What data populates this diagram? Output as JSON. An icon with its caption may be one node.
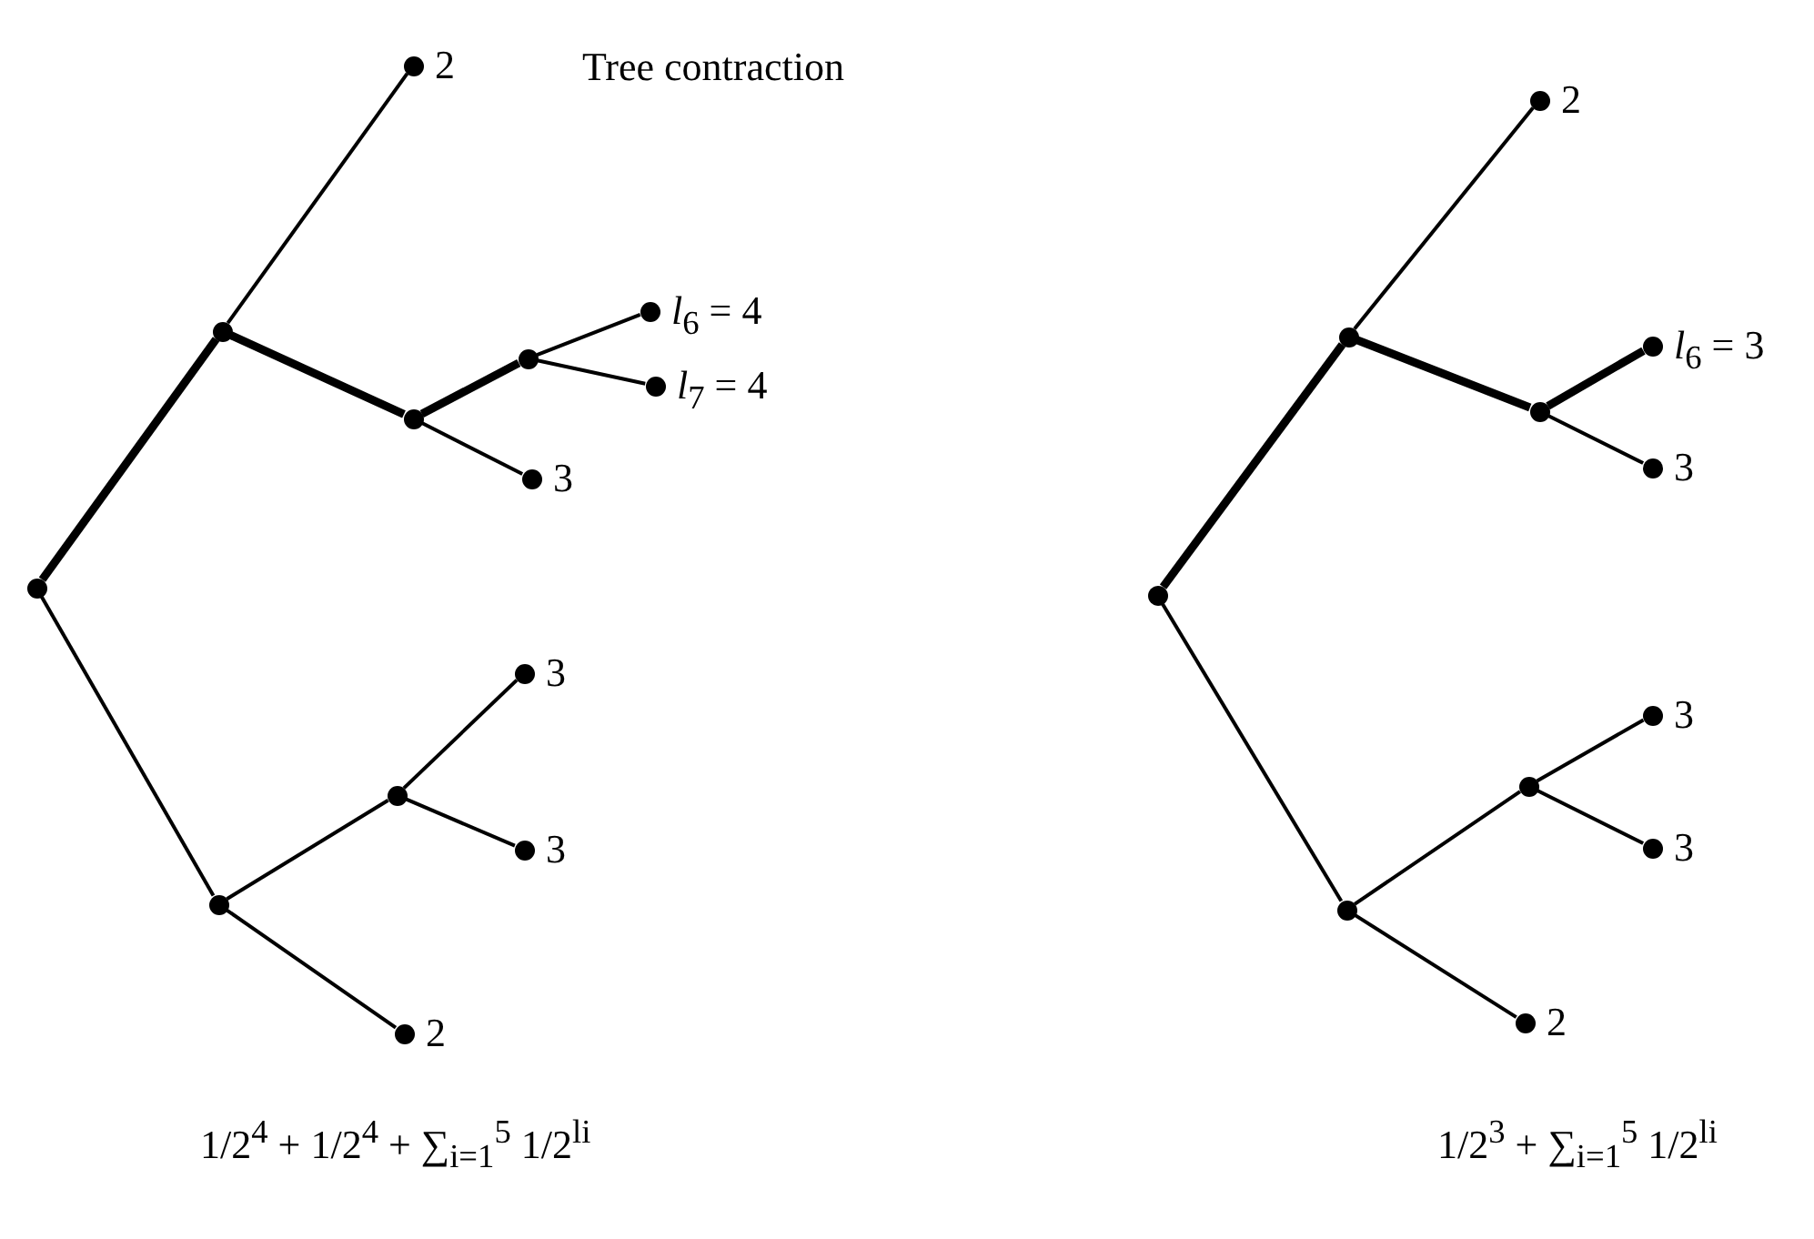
{
  "diagram": {
    "title": "Tree contraction",
    "nodes": [
      {
        "text": [],
        "shape": "circle"
      },
      {
        "text": [],
        "shape": "circle"
      },
      {
        "text": [],
        "shape": "circle",
        "beside": [
          "2"
        ]
      },
      {
        "text": [],
        "shape": "circle"
      },
      {
        "text": [],
        "shape": "circle"
      },
      {
        "text": [],
        "shape": "circle",
        "beside": [
          "*l*$_{6}$ = 4"
        ]
      },
      {
        "text": [],
        "shape": "circle",
        "beside": [
          "*l*$_{7}$ = 4"
        ]
      },
      {
        "text": [],
        "shape": "circle",
        "beside": [
          "3"
        ]
      },
      {
        "text": [],
        "shape": "circle"
      },
      {
        "text": [],
        "shape": "circle"
      },
      {
        "text": [],
        "shape": "circle",
        "beside": [
          "3"
        ]
      },
      {
        "text": [],
        "shape": "circle",
        "beside": [
          "3"
        ]
      },
      {
        "text": [],
        "shape": "circle",
        "beside": [
          "2"
        ]
      },
      {
        "text": [],
        "shape": "circle"
      },
      {
        "text": [],
        "shape": "circle"
      },
      {
        "text": [],
        "shape": "circle",
        "beside": [
          "2"
        ]
      },
      {
        "text": [],
        "shape": "circle"
      },
      {
        "text": [],
        "shape": "circle",
        "beside": [
          "*l*$_{6}$ = 3"
        ]
      },
      {
        "text": [],
        "shape": "circle",
        "beside": [
          "3"
        ]
      },
      {
        "text": [],
        "shape": "circle"
      },
      {
        "text": [],
        "shape": "circle"
      },
      {
        "text": [],
        "shape": "circle",
        "beside": [
          "3"
        ]
      },
      {
        "text": [],
        "shape": "circle",
        "beside": [
          "3"
        ]
      },
      {
        "text": [],
        "shape": "circle",
        "beside": [
          "2"
        ]
      }
    ],
    "edges": [
      {
        "from": 0,
        "to": 1,
        "arrow": "none",
        "style": "thick"
      },
      {
        "from": 1,
        "to": 2,
        "arrow": "none"
      },
      {
        "from": 1,
        "to": 3,
        "arrow": "none",
        "style": "thick"
      },
      {
        "from": 3,
        "to": 4,
        "arrow": "none",
        "style": "thick"
      },
      {
        "from": 4,
        "to": 5,
        "arrow": "none"
      },
      {
        "from": 4,
        "to": 6,
        "arrow": "none"
      },
      {
        "from": 3,
        "to": 7,
        "arrow": "none"
      },
      {
        "from": 0,
        "to": 8,
        "arrow": "none"
      },
      {
        "from": 8,
        "to": 9,
        "arrow": "none"
      },
      {
        "from": 9,
        "to": 10,
        "arrow": "none"
      },
      {
        "from": 9,
        "to": 11,
        "arrow": "none"
      },
      {
        "from": 8,
        "to": 12,
        "arrow": "none"
      },
      {
        "from": 13,
        "to": 14,
        "arrow": "none",
        "style": "thick"
      },
      {
        "from": 14,
        "to": 15,
        "arrow": "none"
      },
      {
        "from": 14,
        "to": 16,
        "arrow": "none",
        "style": "thick"
      },
      {
        "from": 16,
        "to": 17,
        "arrow": "none",
        "style": "thick"
      },
      {
        "from": 16,
        "to": 18,
        "arrow": "none"
      },
      {
        "from": 13,
        "to": 19,
        "arrow": "none"
      },
      {
        "from": 19,
        "to": 20,
        "arrow": "none"
      },
      {
        "from": 20,
        "to": 21,
        "arrow": "none"
      },
      {
        "from": 20,
        "to": 22,
        "arrow": "none"
      },
      {
        "from": 19,
        "to": 23,
        "arrow": "none"
      }
    ],
    "labels": [
      "1/2$^{4}$ + 1/2$^{4}$ + ∑$_{i=1}$$^{5}$ 1/2$^{li}$",
      "1/2$^{3}$ + ∑$_{i=1}$$^{5}$ 1/2$^{li}$"
    ]
  }
}
